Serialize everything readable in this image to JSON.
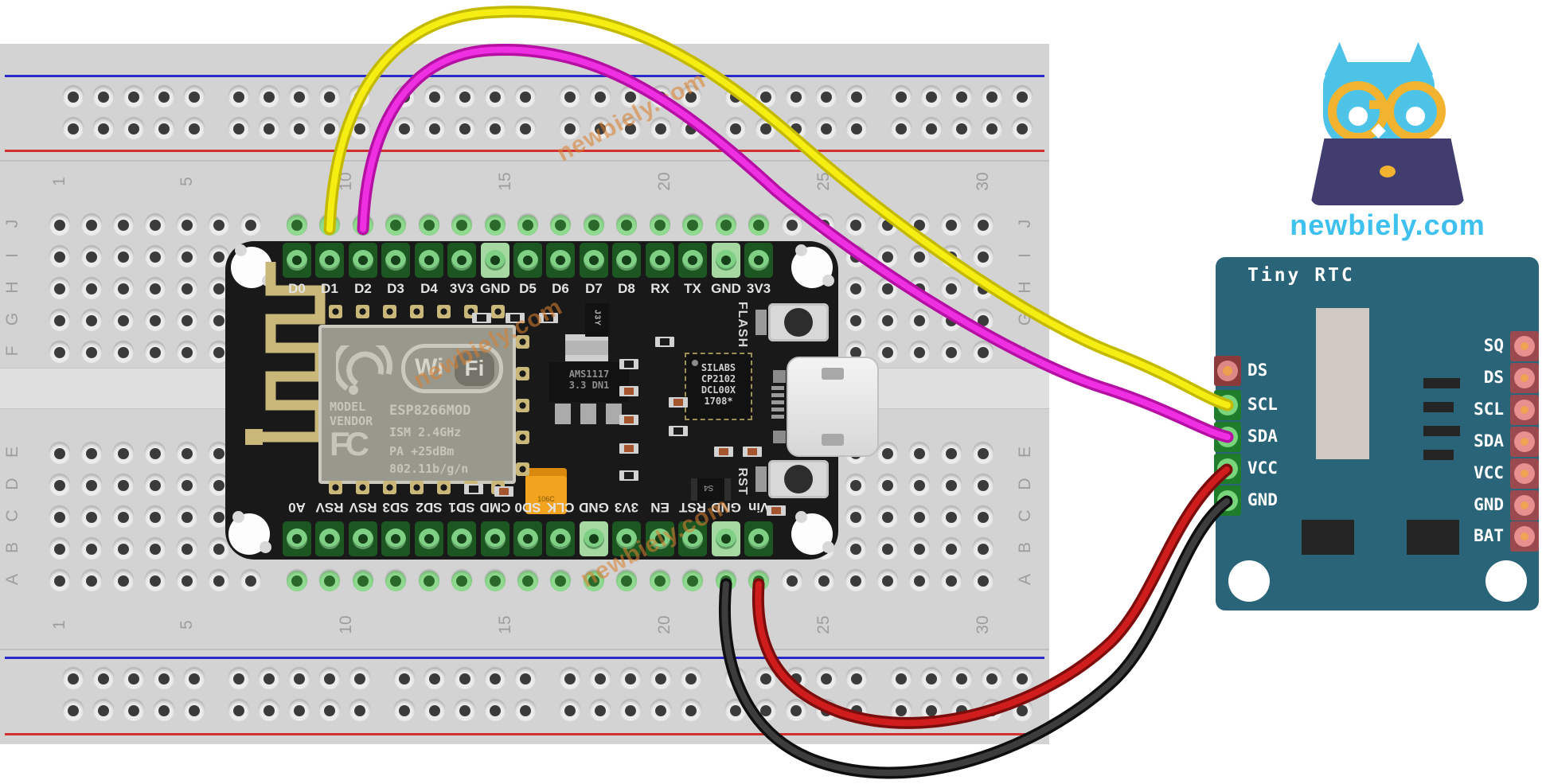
{
  "watermark": {
    "text": "newbiely.com",
    "color": "#d78030"
  },
  "logo": {
    "text": "newbiely.com",
    "owl_color": "#4ec3e8",
    "glasses_color": "#f2b430",
    "laptop_color": "#413d6e"
  },
  "breadboard": {
    "column_numbers": [
      "1",
      "5",
      "10",
      "15",
      "20",
      "25",
      "30"
    ],
    "row_letters_top": [
      "J",
      "I",
      "H",
      "G",
      "F"
    ],
    "row_letters_bottom": [
      "E",
      "D",
      "C",
      "B",
      "A"
    ],
    "rail_blue": "#2a2ac8",
    "rail_red": "#d03030"
  },
  "esp8266": {
    "top_pins": [
      "D0",
      "D1",
      "D2",
      "D3",
      "D4",
      "3V3",
      "GND",
      "D5",
      "D6",
      "D7",
      "D8",
      "RX",
      "TX",
      "GND",
      "3V3"
    ],
    "bottom_pins": [
      "A0",
      "RSV",
      "RSV",
      "SD3",
      "SD2",
      "SD1",
      "CMD",
      "SD0",
      "CLK",
      "GND",
      "3V3",
      "EN",
      "RST",
      "GND",
      "Vin"
    ],
    "shield": {
      "wifi_badge_left": "Wi",
      "wifi_badge_right": "Fi",
      "model_line1": "MODEL",
      "model_line2": "VENDOR",
      "module_name": "ESP8266MOD",
      "fcc_mark": "FC",
      "spec_line1": "ISM 2.4GHz",
      "spec_line2": "PA  +25dBm",
      "spec_line3": "802.11b/g/n"
    },
    "regulator_line1": "AMS1117",
    "regulator_line2": "3.3  DN1",
    "usb_chip_lines": [
      "SILABS",
      "CP2102",
      "DCL00X",
      "1708*"
    ],
    "small_chip_label": "J3Y",
    "diode_label": "S4",
    "capacitor_label": "106C",
    "flash_button_label": "FLASH",
    "reset_button_label": "RST"
  },
  "rtc": {
    "title": "Tiny RTC",
    "left_pins": [
      {
        "label": "DS",
        "frame": "#8a3a3a",
        "ring": "#dd8787",
        "center": "#ef9f50"
      },
      {
        "label": "SCL",
        "frame": "#1f7c2a",
        "ring": "#79d67d",
        "center": "#d6e900"
      },
      {
        "label": "SDA",
        "frame": "#1f7c2a",
        "ring": "#79d67d",
        "center": "#cc35c4"
      },
      {
        "label": "VCC",
        "frame": "#1f7c2a",
        "ring": "#79d67d",
        "center": "#6f180c"
      },
      {
        "label": "GND",
        "frame": "#1f7c2a",
        "ring": "#79d67d",
        "center": "#20261c"
      }
    ],
    "right_pins": [
      "SQ",
      "DS",
      "SCL",
      "SDA",
      "VCC",
      "GND",
      "BAT"
    ]
  },
  "wires": [
    {
      "name": "wire-scl",
      "signal": "SCL",
      "from": "NodeMCU D1",
      "to": "Tiny RTC SCL",
      "core": "#f6ee12",
      "edge": "#c3ba00"
    },
    {
      "name": "wire-sda",
      "signal": "SDA",
      "from": "NodeMCU D2",
      "to": "Tiny RTC SDA",
      "core": "#ee2fe2",
      "edge": "#b50fa4"
    },
    {
      "name": "wire-vcc",
      "signal": "VCC",
      "from": "NodeMCU Vin",
      "to": "Tiny RTC VCC",
      "core": "#cf1d1d",
      "edge": "#7c0d0d"
    },
    {
      "name": "wire-gnd",
      "signal": "GND",
      "from": "NodeMCU GND",
      "to": "Tiny RTC GND",
      "core": "#3d3d3d",
      "edge": "#0f0f0f"
    }
  ]
}
